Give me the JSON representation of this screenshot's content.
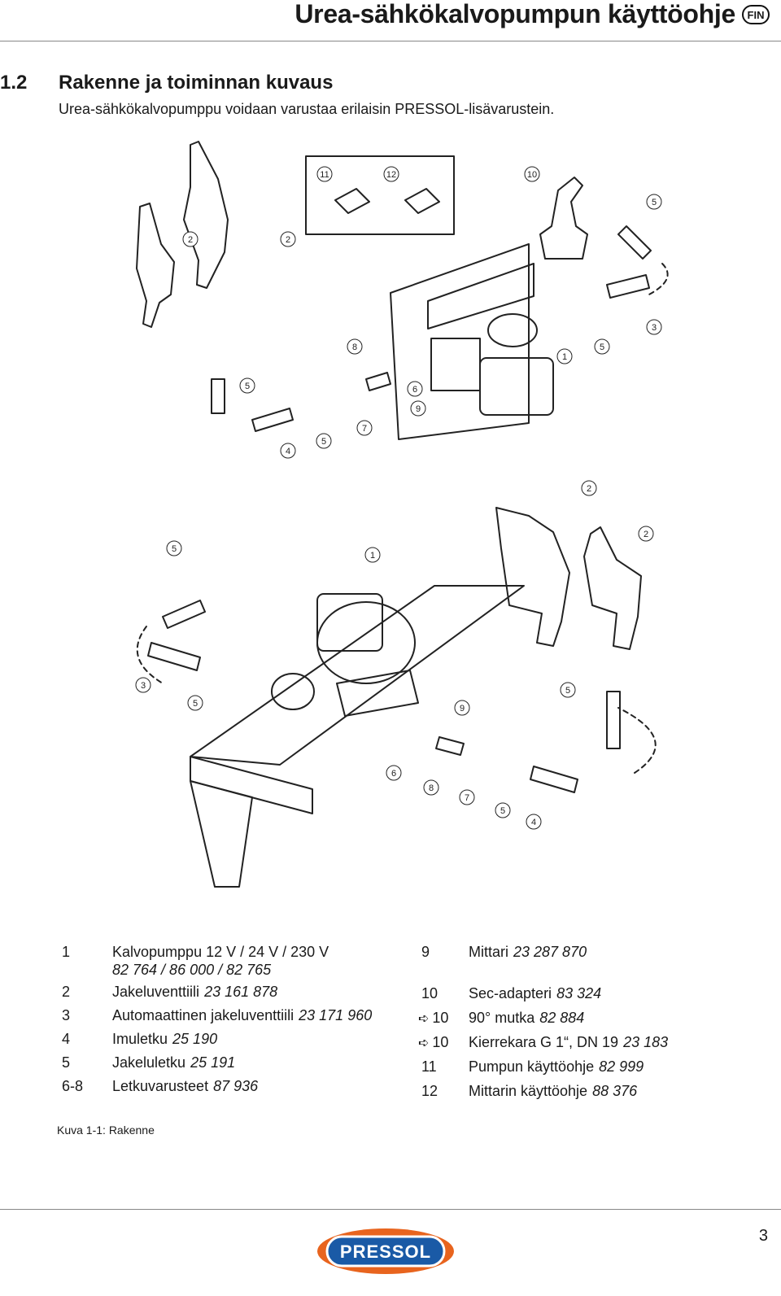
{
  "header": {
    "title": "Urea-sähkökalvopumpun käyttöohje",
    "lang": "FIN"
  },
  "section": {
    "number": "1.2",
    "title": "Rakenne ja toiminnan kuvaus",
    "intro": "Urea-sähkökalvopumppu voidaan varustaa erilaisin PRESSOL-lisävarustein."
  },
  "figure": {
    "callouts_top": [
      "11",
      "12",
      "10",
      "5",
      "2",
      "2",
      "5",
      "3",
      "8",
      "1",
      "5",
      "6",
      "9",
      "7",
      "5",
      "4"
    ],
    "callouts_bottom": [
      "2",
      "2",
      "5",
      "1",
      "3",
      "5",
      "5",
      "9",
      "6",
      "8",
      "7",
      "5",
      "4"
    ]
  },
  "legend_left": [
    {
      "num": "1",
      "desc": "Kalvopumppu 12 V / 24 V / 230 V",
      "code": "",
      "sub": "82 764 / 86 000 / 82 765"
    },
    {
      "num": "2",
      "desc": "Jakeluventtiili",
      "code": "23 161 878",
      "sub": ""
    },
    {
      "num": "3",
      "desc": "Automaattinen jakeluventtiili",
      "code": "23 171 960",
      "sub": ""
    },
    {
      "num": "4",
      "desc": "Imuletku",
      "code": "25 190",
      "sub": ""
    },
    {
      "num": "5",
      "desc": "Jakeluletku",
      "code": "25 191",
      "sub": ""
    },
    {
      "num": "6-8",
      "desc": "Letkuvarusteet",
      "code": "87 936",
      "sub": ""
    }
  ],
  "legend_right": [
    {
      "num": "9",
      "arrow": "",
      "desc": "Mittari",
      "code": "23 287 870"
    },
    {
      "num": "10",
      "arrow": "",
      "desc": "Sec-adapteri",
      "code": "83 324"
    },
    {
      "num": "10",
      "arrow": "➪",
      "desc": "90° mutka",
      "code": "82 884"
    },
    {
      "num": "10",
      "arrow": "➪",
      "desc": "Kierrekara G 1“, DN 19",
      "code": "23 183"
    },
    {
      "num": "11",
      "arrow": "",
      "desc": "Pumpun käyttöohje",
      "code": "82 999"
    },
    {
      "num": "12",
      "arrow": "",
      "desc": "Mittarin käyttöohje",
      "code": "88 376"
    }
  ],
  "caption": "Kuva 1-1: Rakenne",
  "footer": {
    "logo_text": "PRESSOL",
    "page": "3"
  },
  "colors": {
    "logo_orange": "#E8641E",
    "logo_blue": "#1A5AA6",
    "rule": "#888888"
  }
}
